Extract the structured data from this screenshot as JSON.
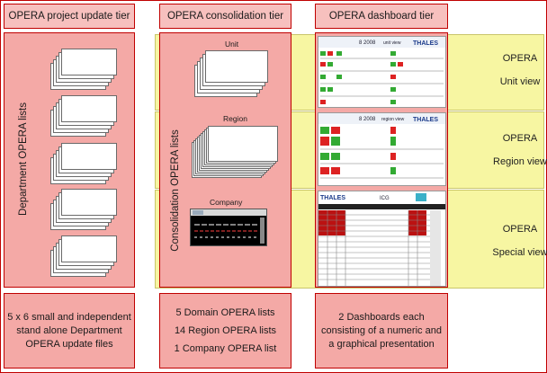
{
  "headers": {
    "project": "OPERA project update tier",
    "consolidation": "OPERA consolidation tier",
    "dashboard": "OPERA dashboard tier"
  },
  "side_labels": {
    "department": "Department OPERA lists",
    "consolidation": "Consolidation OPERA lists"
  },
  "consolidation_labels": {
    "unit": "Unit",
    "region": "Region",
    "company": "Company"
  },
  "views": {
    "unit": [
      "OPERA",
      "Unit view"
    ],
    "region": [
      "OPERA",
      "Region view"
    ],
    "special": [
      "OPERA",
      "Special view"
    ]
  },
  "thumbnails": {
    "unit_title": "unit view",
    "region_title": "region view",
    "brand": "THALES",
    "year": "8 2008",
    "special_code": "ICG"
  },
  "bottom": {
    "project": [
      "5 x 6 small and independent",
      "stand alone Department",
      "OPERA update files"
    ],
    "consolidation": [
      "5 Domain OPERA lists",
      "14 Region OPERA lists",
      "1 Company OPERA list"
    ],
    "dashboard": [
      "2 Dashboards each",
      "consisting of a numeric and",
      "a graphical presentation"
    ]
  },
  "colors": {
    "border": "#c00000",
    "fill": "#f4a9a6",
    "header_fill": "#f7c0be",
    "view_band": "#f7f6a2"
  }
}
